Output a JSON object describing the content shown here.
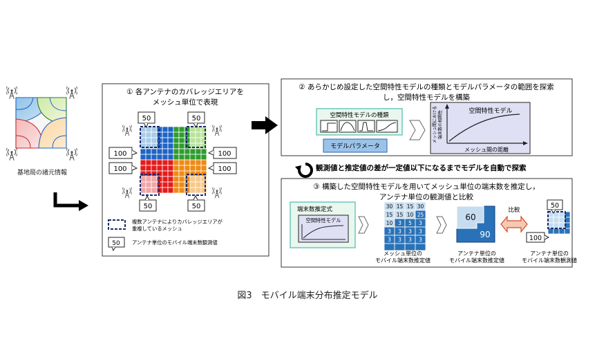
{
  "source": {
    "label": "基地局の諸元情報"
  },
  "panel1": {
    "title_line1": "① 各アンテナのカバレッジエリアを",
    "title_line2": "メッシュ単位で表現",
    "counts": {
      "top_left": "50",
      "top_right": "50",
      "left_upper": "100",
      "left_lower": "100",
      "right_upper": "100",
      "right_lower": "100",
      "bottom_left": "50",
      "bottom_right": "50"
    },
    "legend_overlap_line1": "複数アンテナによりカバレッジエリアが",
    "legend_overlap_line2": "重複しているメッシュ",
    "legend_sample_value": "50",
    "legend_count_label": "アンテナ単位のモバイル端末数観測値"
  },
  "panel2": {
    "title_line1": "② あらかじめ設定した空間特性モデルの種類とモデルパラメータの範囲を探索",
    "title_line2": "し，空間特性モデルを構築",
    "model_types_label": "空間特性モデルの種類",
    "model_params_label": "モデルパラメータ",
    "graph_title": "空間特性モデル",
    "graph_xlabel": "メッシュ間の距離",
    "graph_ylabel_line1": "メッシュ間における",
    "graph_ylabel_line2": "端末数の相関性"
  },
  "loop": {
    "label": "観測値と推定値の差が一定値以下になるまでモデルを自動で探索"
  },
  "panel3": {
    "title_line1": "③ 構築した空間特性モデルを用いてメッシュ単位の端末数を推定し，",
    "title_line2": "アンテナ単位の観測値と比較",
    "formula_label": "端末数推定式",
    "formula_inner_label": "空間特性モデル",
    "mesh_values": [
      [
        "30",
        "15",
        "15",
        "30"
      ],
      [
        "15",
        "15",
        "10",
        "25"
      ],
      [
        "10",
        "3",
        "5",
        "3"
      ],
      [
        "3",
        "3",
        "3",
        "3"
      ],
      [
        "3",
        "3",
        "3",
        "3"
      ]
    ],
    "mesh_caption_line1": "メッシュ単位の",
    "mesh_caption_line2": "モバイル端末数推定値",
    "antenna_est_upper": "60",
    "antenna_est_lower": "90",
    "antenna_est_caption_line1": "アンテナ単位の",
    "antenna_est_caption_line2": "モバイル端末数推定値",
    "compare_label": "比較",
    "observed_upper": "50",
    "observed_lower": "100",
    "observed_caption_line1": "アンテナ単位の",
    "observed_caption_line2": "モバイル端末数観測値"
  },
  "figure_caption": "図3　モバイル端末分布推定モデル",
  "colors": {
    "blue_zone": "#1f63c4",
    "green_zone": "#2e9d2e",
    "red_zone": "#e41c1c",
    "orange_zone": "#ef8a13",
    "graph_fill": "#dfe0f4",
    "mesh_dark": "#2a72b8",
    "mesh_light": "#c6ddf0",
    "formula_fill": "#e9f7ee",
    "params_fill": "#9bc3ea",
    "compare_arrow": "#f6c9b0"
  }
}
